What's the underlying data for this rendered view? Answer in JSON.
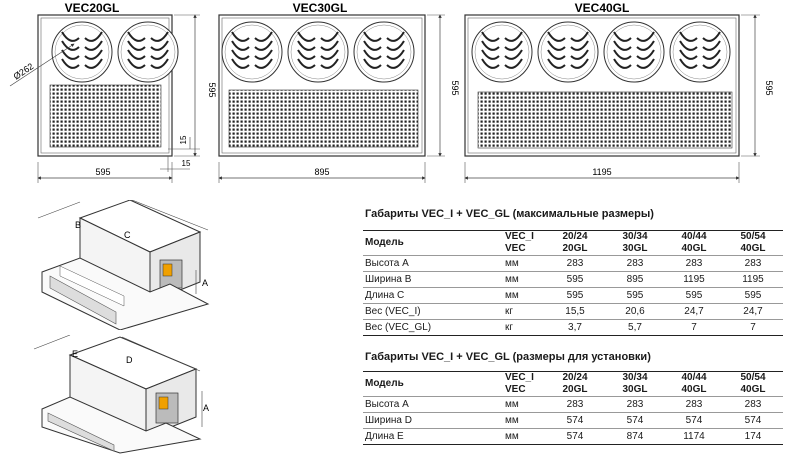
{
  "views": [
    {
      "model": "VEC20GL",
      "width": "595",
      "height": "595",
      "fan_diameter": "Ø262",
      "margin_a": "15",
      "margin_b": "15",
      "fans": 2
    },
    {
      "model": "VEC30GL",
      "width": "895",
      "height": "595",
      "fans": 3
    },
    {
      "model": "VEC40GL",
      "width": "1195",
      "height": "595",
      "fans": 4
    }
  ],
  "iso_labels": {
    "top": {
      "b": "B",
      "c": "C",
      "a": "A"
    },
    "bottom": {
      "e": "E",
      "d": "D",
      "a": "A"
    }
  },
  "table1": {
    "title": "Габариты VEC_I + VEC_GL (максимальные размеры)",
    "header": {
      "model": "Модель",
      "unit_top": "VEC_I",
      "unit_bottom": "VEC",
      "cols": [
        [
          "20/24",
          "20GL"
        ],
        [
          "30/34",
          "30GL"
        ],
        [
          "40/44",
          "40GL"
        ],
        [
          "50/54",
          "40GL"
        ]
      ]
    },
    "rows": [
      {
        "label": "Высота A",
        "unit": "мм",
        "values": [
          "283",
          "283",
          "283",
          "283"
        ]
      },
      {
        "label": "Ширина B",
        "unit": "мм",
        "values": [
          "595",
          "895",
          "1195",
          "1195"
        ]
      },
      {
        "label": "Длина C",
        "unit": "мм",
        "values": [
          "595",
          "595",
          "595",
          "595"
        ]
      },
      {
        "label": "Вес (VEC_I)",
        "unit": "кг",
        "values": [
          "15,5",
          "20,6",
          "24,7",
          "24,7"
        ]
      },
      {
        "label": "Вес (VEC_GL)",
        "unit": "кг",
        "values": [
          "3,7",
          "5,7",
          "7",
          "7"
        ]
      }
    ]
  },
  "table2": {
    "title": "Габариты VEC_I + VEC_GL (размеры для установки)",
    "header": {
      "model": "Модель",
      "unit_top": "VEC_I",
      "unit_bottom": "VEC",
      "cols": [
        [
          "20/24",
          "20GL"
        ],
        [
          "30/34",
          "30GL"
        ],
        [
          "40/44",
          "40GL"
        ],
        [
          "50/54",
          "40GL"
        ]
      ]
    },
    "rows": [
      {
        "label": "Высота A",
        "unit": "мм",
        "values": [
          "283",
          "283",
          "283",
          "283"
        ]
      },
      {
        "label": "Ширина D",
        "unit": "мм",
        "values": [
          "574",
          "574",
          "574",
          "574"
        ]
      },
      {
        "label": "Длина E",
        "unit": "мм",
        "values": [
          "574",
          "874",
          "1174",
          "174"
        ]
      }
    ]
  }
}
